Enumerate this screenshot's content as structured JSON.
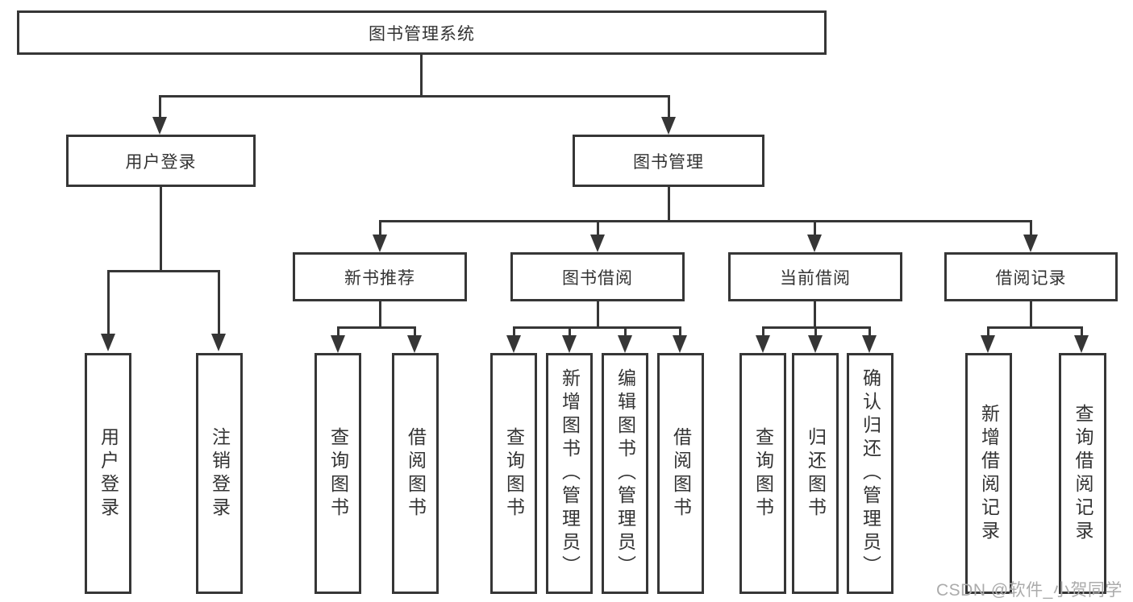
{
  "diagram": {
    "title": "图书管理系统",
    "root": {
      "label": "图书管理系统"
    },
    "level2": {
      "user_login": {
        "label": "用户登录"
      },
      "book_management": {
        "label": "图书管理"
      }
    },
    "level3": {
      "new_book_recommend": {
        "label": "新书推荐"
      },
      "book_borrow": {
        "label": "图书借阅"
      },
      "current_borrow": {
        "label": "当前借阅"
      },
      "borrow_records": {
        "label": "借阅记录"
      }
    },
    "leaves": {
      "user_login": {
        "label": "用户登录"
      },
      "logout": {
        "label": "注销登录"
      },
      "recommend_query_books": {
        "label": "查询图书"
      },
      "recommend_borrow_books": {
        "label": "借阅图书"
      },
      "borrow_query_books": {
        "label": "查询图书"
      },
      "borrow_add_books": {
        "label": "新增图书（管理员）"
      },
      "borrow_edit_books": {
        "label": "编辑图书（管理员）"
      },
      "borrow_borrow_books": {
        "label": "借阅图书"
      },
      "current_query_books": {
        "label": "查询图书"
      },
      "current_return_books": {
        "label": "归还图书"
      },
      "current_confirm_return": {
        "label": "确认归还（管理员）"
      },
      "records_add": {
        "label": "新增借阅记录"
      },
      "records_query": {
        "label": "查询借阅记录"
      }
    },
    "watermark": "CSDN @软件_小贺同学",
    "colors": {
      "line": "#363636",
      "text": "#333333",
      "box_background": "#ffffff",
      "page_background": "#ffffff",
      "watermark": "#ababab"
    }
  }
}
